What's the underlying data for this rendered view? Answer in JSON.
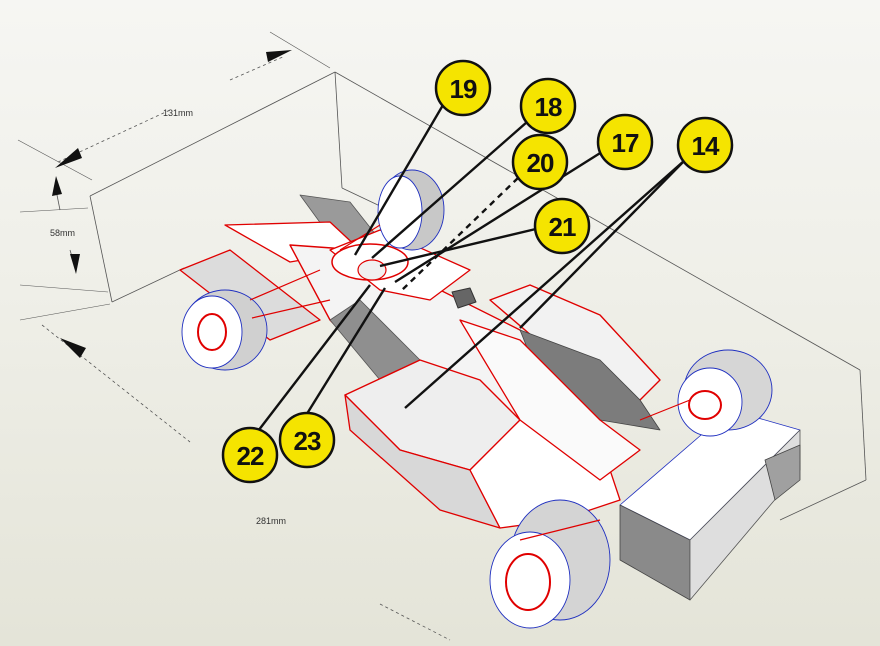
{
  "dimensions": {
    "length": "281mm",
    "width": "131mm",
    "height": "58mm"
  },
  "callouts": [
    "19",
    "18",
    "20",
    "17",
    "21",
    "14",
    "22",
    "23"
  ],
  "colors": {
    "callout_fill": "#f5e400",
    "edge_red": "#e00000",
    "edge_blue": "#2030c0"
  }
}
